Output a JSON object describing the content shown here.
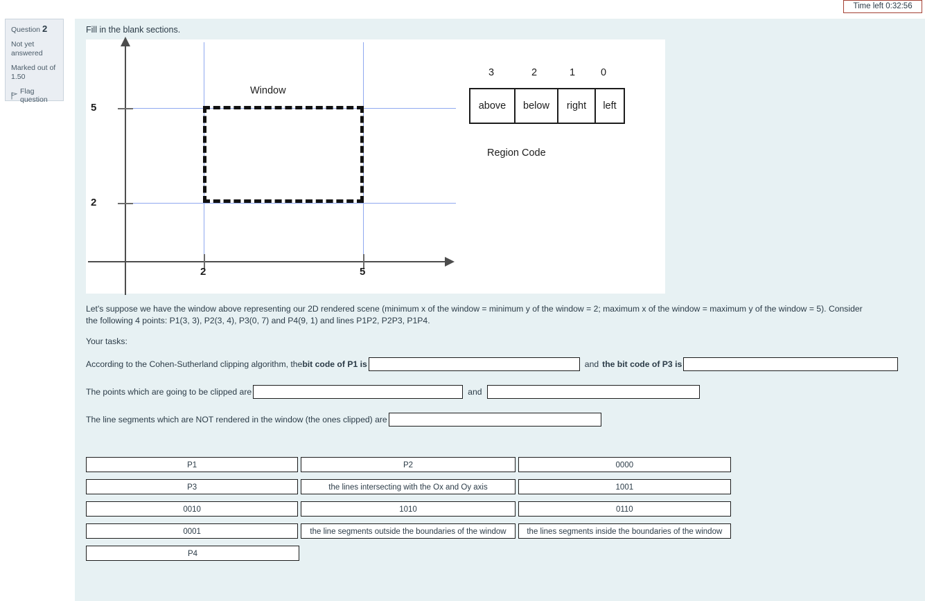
{
  "timer": {
    "label": "Time left 0:32:56"
  },
  "question_info": {
    "question_word": "Question",
    "question_number": "2",
    "status": "Not yet answered",
    "marked_out_of_label": "Marked out of",
    "marked_out_of_value": "1.50",
    "flag_label": "Flag question",
    "flag_icon": "flag-icon"
  },
  "main": {
    "instruction": "Fill in the blank sections.",
    "paragraph": "Let's suppose we have the window above representing our 2D rendered scene (minimum x of the window = minimum y of the window = 2; maximum x of the window = maximum y of the window = 5). Consider the following 4 points: P1(3, 3), P2(3, 4), P3(0, 7) and P4(9, 1) and lines P1P2, P2P3, P1P4.",
    "tasks_label": "Your tasks:"
  },
  "figure": {
    "window_label": "Window",
    "y_ticks": [
      "5",
      "2"
    ],
    "x_ticks": [
      "2",
      "5"
    ],
    "region_code": {
      "caption": "Region Code",
      "bits": [
        "3",
        "2",
        "1",
        "0"
      ],
      "cells": [
        "above",
        "below",
        "right",
        "left"
      ]
    }
  },
  "blanks": [
    {
      "prefix": "According to the Cohen-Sutherland clipping algorithm, the ",
      "bold_prefix": "bit code of P1 is",
      "value_1": "",
      "middle": "and",
      "bold_middle": "the bit code of P3 is",
      "value_2": ""
    },
    {
      "prefix": "The points which are going to be clipped are",
      "value_1": "",
      "middle": "and",
      "value_2": ""
    },
    {
      "prefix": "The line segments which are NOT rendered in the window (the ones clipped) are",
      "value_1": ""
    }
  ],
  "answer_bank": {
    "rows": [
      [
        "P1",
        "P2",
        "0000"
      ],
      [
        "P3",
        "the lines intersecting with the Ox and Oy axis",
        "1001"
      ],
      [
        "0010",
        "1010",
        "0110"
      ],
      [
        "0001",
        "the line segments outside the boundaries of the window",
        "the lines segments inside the boundaries of the window"
      ],
      [
        "P4"
      ]
    ]
  },
  "colors": {
    "panel_bg": "#e7f1f3",
    "info_bg": "#eaeef3",
    "timer_border": "#a33f32",
    "guide_blue": "#8fa8f0",
    "axis_gray": "#4d4d4d"
  }
}
